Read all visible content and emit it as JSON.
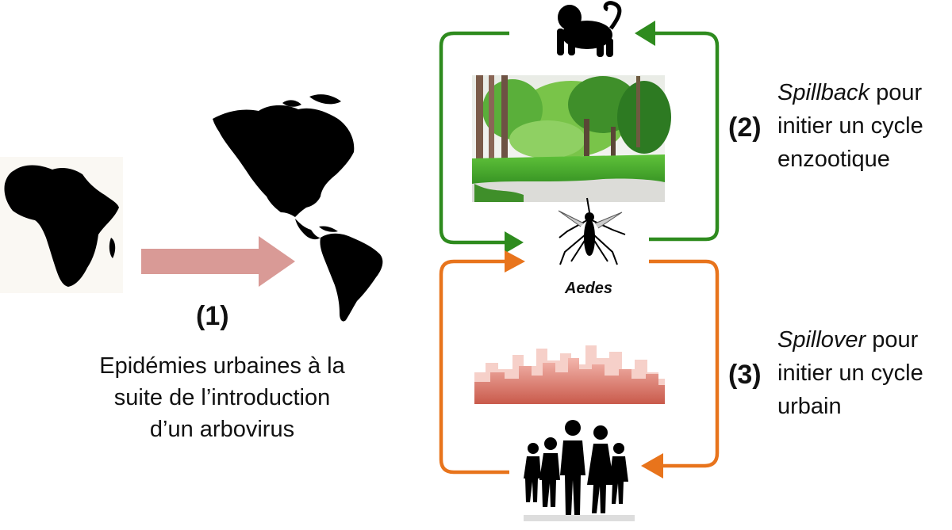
{
  "step1": {
    "number": "(1)",
    "caption_lines": [
      "Epidémies urbaines à la",
      "suite de l’introduction",
      "d’un arbovirus"
    ]
  },
  "step2": {
    "number": "(2)",
    "term": "Spillback",
    "line1_rest": " pour",
    "line2": "initier un cycle",
    "line3": "enzootique"
  },
  "step3": {
    "number": "(3)",
    "term": "Spillover",
    "line1_rest": " pour",
    "line2": "initier un cycle",
    "line3": "urbain"
  },
  "vector": {
    "label": "Aedes"
  },
  "colors": {
    "enzootic_cycle": "#2e8b1e",
    "urban_cycle": "#e8741c",
    "introduction_arrow": "#d99a96",
    "silhouette": "#000000"
  }
}
